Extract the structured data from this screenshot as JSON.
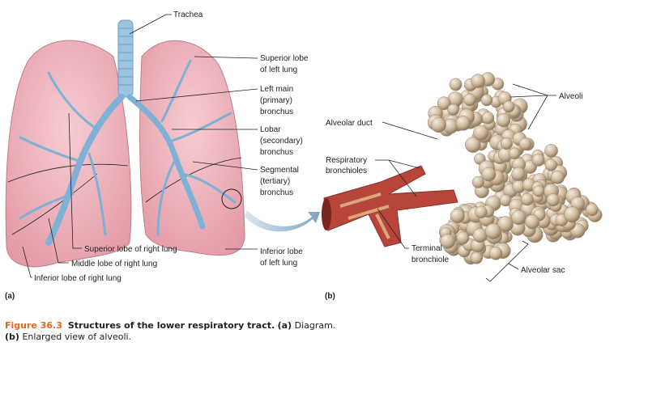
{
  "panel_a": {
    "letter": "(a)",
    "labels": {
      "trachea": "Trachea",
      "superior_left": [
        "Superior lobe",
        "of left lung"
      ],
      "left_main": [
        "Left main",
        "(primary)",
        "bronchus"
      ],
      "lobar": [
        "Lobar",
        "(secondary)",
        "bronchus"
      ],
      "segmental": [
        "Segmental",
        "(tertiary)",
        "bronchus"
      ],
      "inferior_left": [
        "Inferior lobe",
        "of left lung"
      ],
      "superior_right": "Superior lobe of right lung",
      "middle_right": "Middle lobe of right lung",
      "inferior_right": "Inferior lobe of right lung"
    }
  },
  "panel_b": {
    "letter": "(b)",
    "labels": {
      "alveolar_duct": "Alveolar duct",
      "respiratory": [
        "Respiratory",
        "bronchioles"
      ],
      "alveoli": "Alveoli",
      "terminal": [
        "Terminal",
        "bronchiole"
      ],
      "alveolar_sac": "Alveolar sac"
    }
  },
  "caption": {
    "figure": "Figure 36.3",
    "title": "Structures of the lower respiratory tract.",
    "a_letter": "(a)",
    "a_text": "Diagram.",
    "b_letter": "(b)",
    "b_text": "Enlarged view of alveoli."
  },
  "colors": {
    "accent": "#e8621c",
    "lung": "#eeb3bd",
    "bronchi": "#8cb8d8",
    "alveoli": "#cfbba0",
    "muscle": "#b8453a"
  }
}
